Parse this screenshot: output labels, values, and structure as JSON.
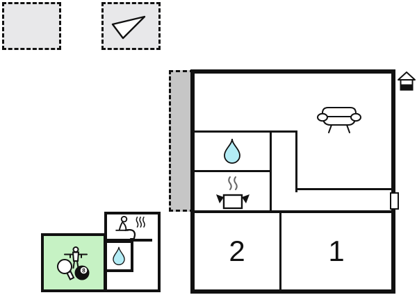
{
  "page": {
    "type": "floor-plan"
  },
  "colors": {
    "wall": "#111111",
    "legend": "#e8e8ea",
    "terrace": "#c6c6c6",
    "green": "#c6f2c4",
    "drop": "#b3ecf5",
    "steam": "#666666"
  },
  "legend": {
    "empty_box": "plot-outline",
    "north_box": {
      "icon": "north-arrow-icon"
    }
  },
  "main_building": {
    "rooms": {
      "terrace": {},
      "living_room": {
        "icon": "sofa-icon"
      },
      "bathroom": {
        "icon": "water-drop-icon"
      },
      "kitchen": {
        "icon": "cooking-pot-icon"
      },
      "hallway": {},
      "bedroom_2": {
        "label": "2"
      },
      "bedroom_1": {
        "label": "1"
      }
    },
    "entrance_door": "door-marker",
    "annex_indicator": "house-icon"
  },
  "annex": {
    "rooms": {
      "sauna": {
        "icon": "sauna-person-icon"
      },
      "bathroom": {
        "icon": "water-drop-icon"
      },
      "game_room": {
        "icons": [
          "foosball-player-icon",
          "table-tennis-paddle-icon",
          "billiard-8-ball-icon"
        ],
        "ball_label": "8"
      }
    }
  }
}
